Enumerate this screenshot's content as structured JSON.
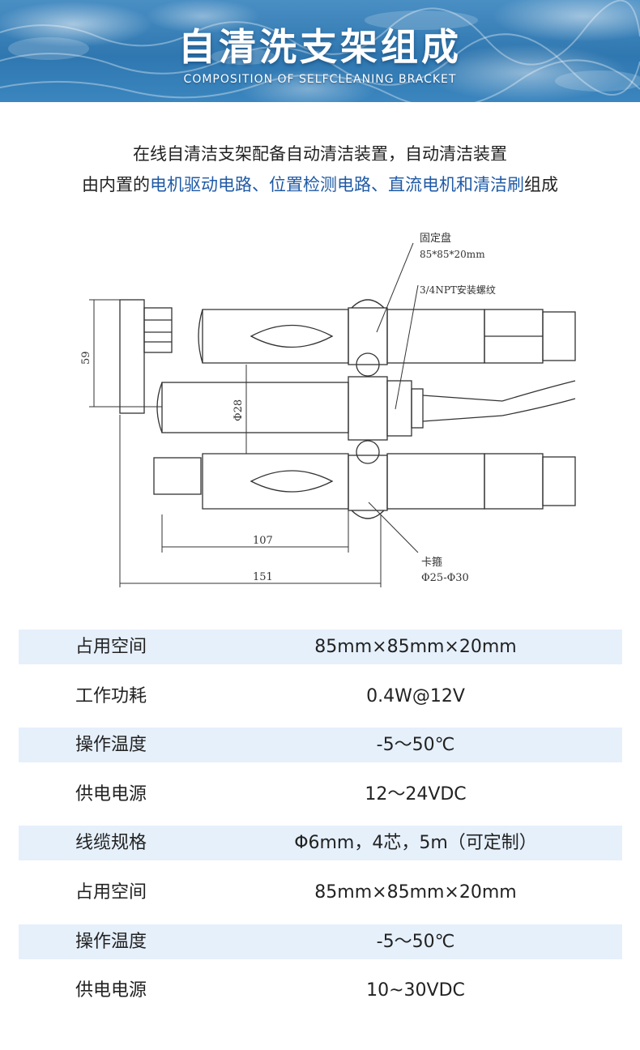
{
  "banner": {
    "title": "自清洗支架组成",
    "subtitle": "COMPOSITION OF SELFCLEANING BRACKET"
  },
  "intro": {
    "line1": "在线自清洁支架配备自动清洁装置，自动清洁装置",
    "line2_prefix": "由内置的",
    "line2_highlight": "电机驱动电路、位置检测电路、直流电机和清洁刷",
    "line2_suffix": "组成"
  },
  "drawing": {
    "callout_plate": "固定盘",
    "callout_plate_size": "85*85*20mm",
    "callout_thread": "3/4NPT安装螺纹",
    "callout_clamp": "卡箍",
    "callout_clamp_size": "Φ25-Φ30",
    "dim_height": "59",
    "dim_diameter": "Φ28",
    "dim_107": "107",
    "dim_151": "151"
  },
  "specs": [
    {
      "label": "占用空间",
      "value": "85mm×85mm×20mm"
    },
    {
      "label": "工作功耗",
      "value": "0.4W@12V"
    },
    {
      "label": "操作温度",
      "value": "-5～50℃"
    },
    {
      "label": "供电电源",
      "value": "12～24VDC"
    },
    {
      "label": "线缆规格",
      "value": "Φ6mm，4芯，5m（可定制）"
    },
    {
      "label": "占用空间",
      "value": "85mm×85mm×20mm"
    },
    {
      "label": "操作温度",
      "value": "-5～50℃"
    },
    {
      "label": "供电电源",
      "value": "10~30VDC"
    }
  ]
}
